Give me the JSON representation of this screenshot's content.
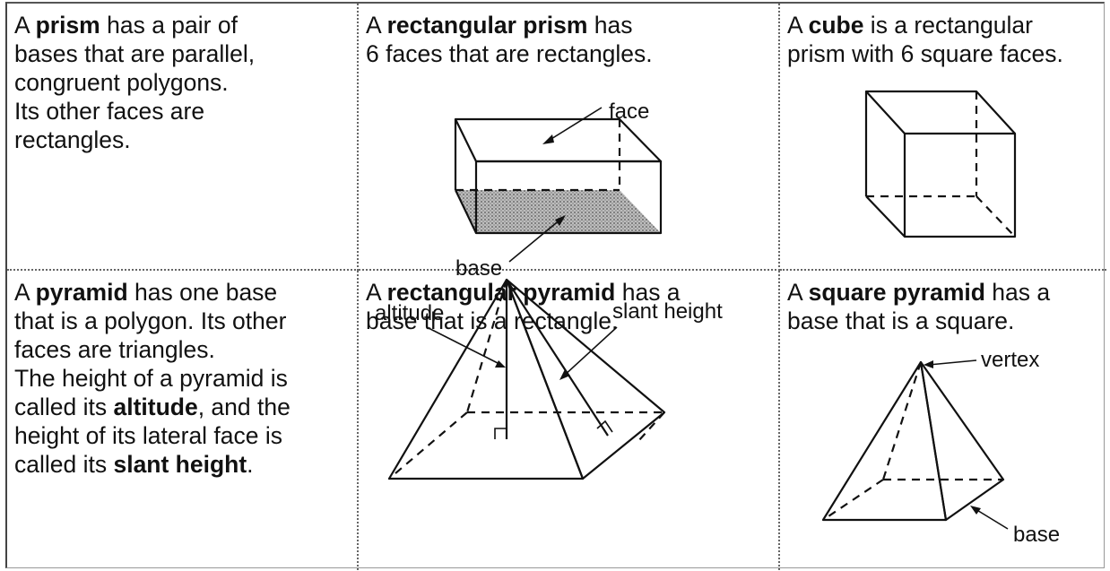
{
  "cells": {
    "prism": {
      "line1_pre": "A ",
      "term": "prism",
      "line1_post": " has a pair of",
      "line2": "bases that are parallel,",
      "line3": "congruent polygons.",
      "line4": "Its other faces are",
      "line5": "rectangles."
    },
    "rect_prism": {
      "line1_pre": "A ",
      "term": "rectangular prism",
      "line1_post": " has",
      "line2": "6 faces that are rectangles.",
      "label_face": "face",
      "label_base": "base"
    },
    "cube": {
      "line1_pre": "A ",
      "term": "cube",
      "line1_post": " is a rectangular",
      "line2": "prism with 6 square faces."
    },
    "pyramid": {
      "line1_pre": "A ",
      "term": "pyramid",
      "line1_post": " has one base",
      "line2": "that is a polygon. Its other",
      "line3": "faces are triangles.",
      "line4": "The height of a pyramid is",
      "line5_pre": "called its ",
      "term_altitude": "altitude",
      "line5_post": ", and the",
      "line6": "height of its lateral face is",
      "line7_pre": "called its ",
      "term_slant": "slant height",
      "line7_post": "."
    },
    "rect_pyramid": {
      "line1_pre": "A ",
      "term": "rectangular pyramid",
      "line1_post": " has a",
      "line2": "base that is a rectangle.",
      "label_altitude": "altitude",
      "label_slant": "slant height"
    },
    "square_pyramid": {
      "line1_pre": "A ",
      "term": "square pyramid",
      "line1_post": " has a",
      "line2": "base that is a square.",
      "label_vertex": "vertex",
      "label_base": "base"
    }
  }
}
